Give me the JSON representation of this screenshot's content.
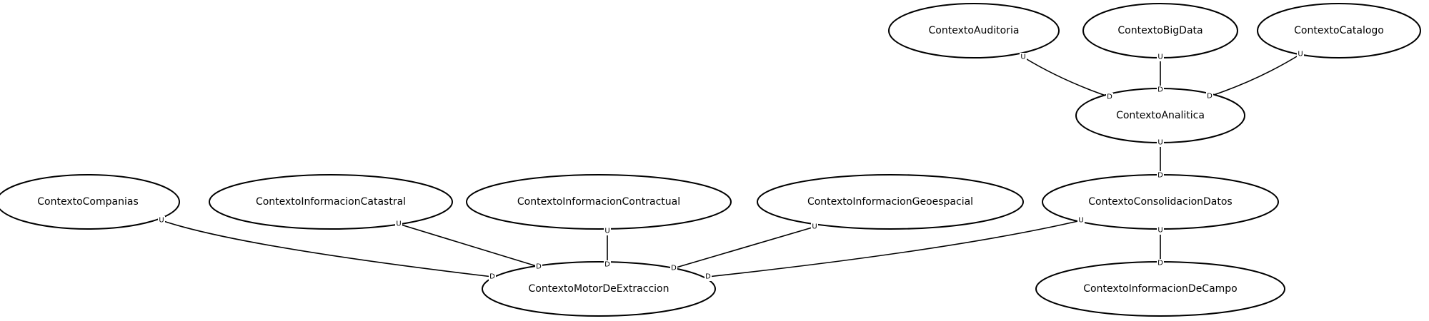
{
  "diagram": {
    "nodes": [
      {
        "id": "auditoria",
        "label": "ContextoAuditoria"
      },
      {
        "id": "bigdata",
        "label": "ContextoBigData"
      },
      {
        "id": "catalogo",
        "label": "ContextoCatalogo"
      },
      {
        "id": "analitica",
        "label": "ContextoAnalitica"
      },
      {
        "id": "companias",
        "label": "ContextoCompanias"
      },
      {
        "id": "catastral",
        "label": "ContextoInformacionCatastral"
      },
      {
        "id": "contractual",
        "label": "ContextoInformacionContractual"
      },
      {
        "id": "geoespacial",
        "label": "ContextoInformacionGeoespacial"
      },
      {
        "id": "consolidacion",
        "label": "ContextoConsolidacionDatos"
      },
      {
        "id": "motor",
        "label": "ContextoMotorDeExtraccion"
      },
      {
        "id": "campo",
        "label": "ContextoInformacionDeCampo"
      }
    ],
    "edges": [
      {
        "from": "auditoria",
        "to": "analitica",
        "from_label": "U",
        "to_label": "D"
      },
      {
        "from": "bigdata",
        "to": "analitica",
        "from_label": "U",
        "to_label": "D"
      },
      {
        "from": "catalogo",
        "to": "analitica",
        "from_label": "U",
        "to_label": "D"
      },
      {
        "from": "analitica",
        "to": "consolidacion",
        "from_label": "U",
        "to_label": "D"
      },
      {
        "from": "companias",
        "to": "motor",
        "from_label": "U",
        "to_label": "D"
      },
      {
        "from": "catastral",
        "to": "motor",
        "from_label": "U",
        "to_label": "D"
      },
      {
        "from": "contractual",
        "to": "motor",
        "from_label": "U",
        "to_label": "D"
      },
      {
        "from": "geoespacial",
        "to": "motor",
        "from_label": "U",
        "to_label": "D"
      },
      {
        "from": "consolidacion",
        "to": "motor",
        "from_label": "U",
        "to_label": "D"
      },
      {
        "from": "consolidacion",
        "to": "campo",
        "from_label": "U",
        "to_label": "D"
      }
    ]
  }
}
